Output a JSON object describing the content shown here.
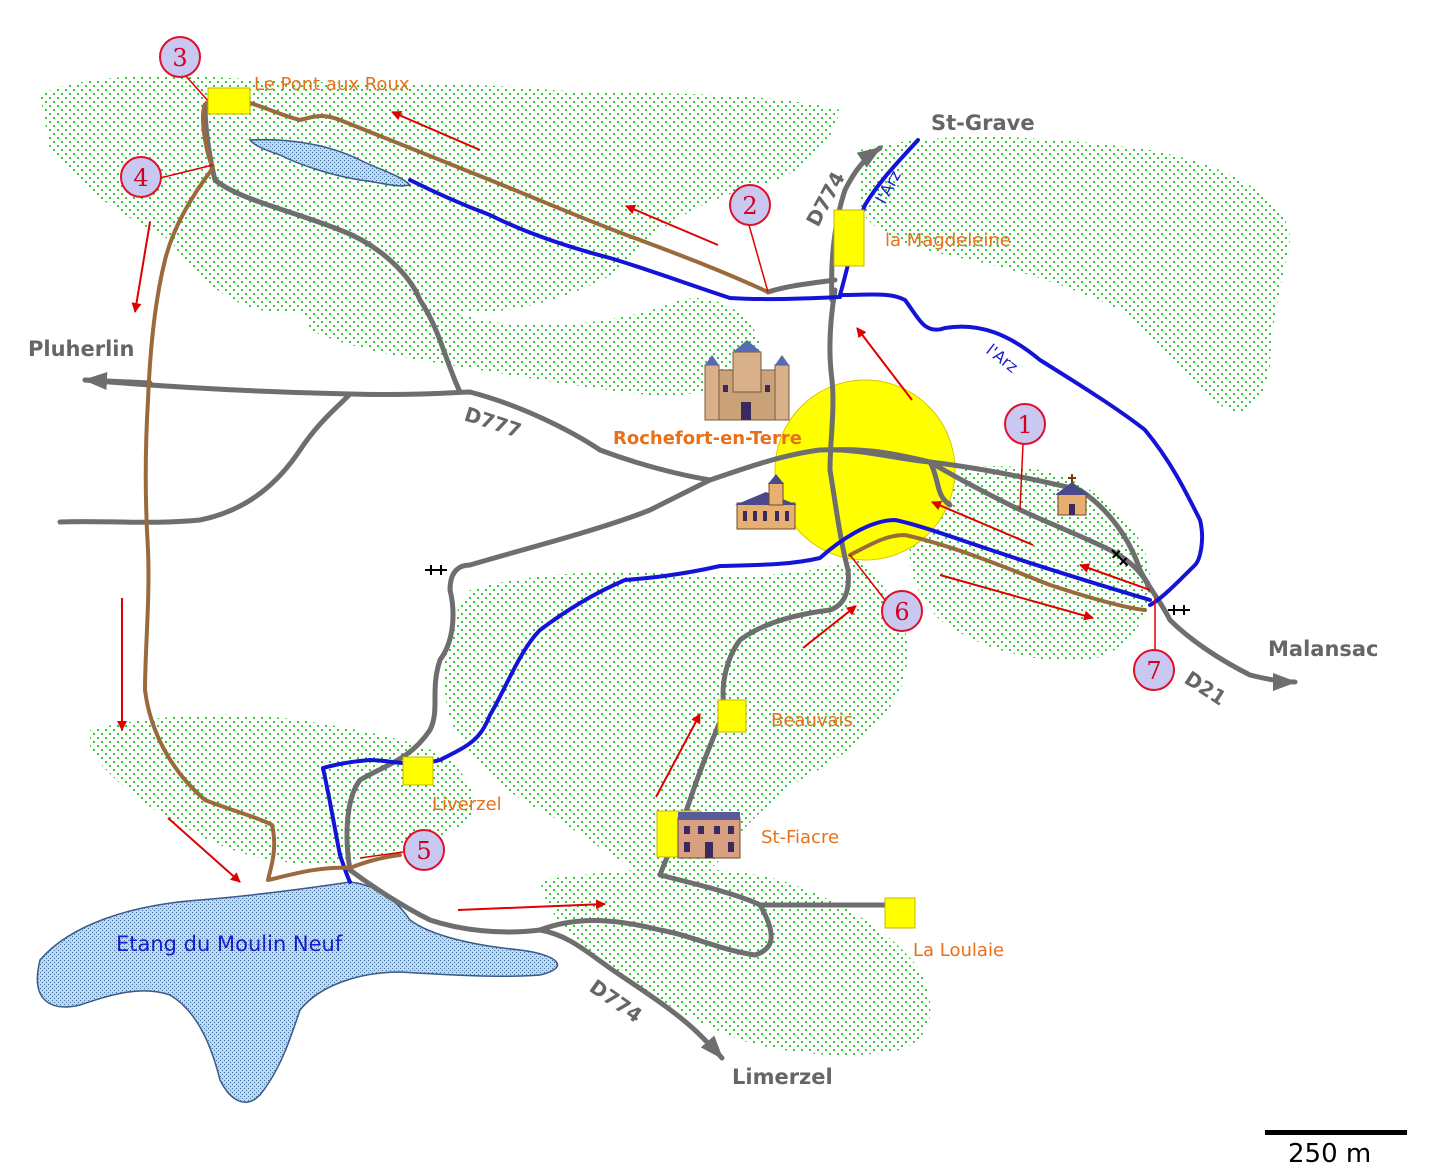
{
  "places": {
    "pont_aux_roux": "Le Pont aux Roux",
    "magdeleine": "la Magdeleine",
    "rochefort": "Rochefort-en-Terre",
    "beauvais": "Beauvais",
    "liverzel": "Liverzel",
    "st_fiacre": "St-Fiacre",
    "la_loulaie": "La Loulaie"
  },
  "destinations": {
    "st_grave": "St-Grave",
    "pluherlin": "Pluherlin",
    "malansac": "Malansac",
    "limerzel": "Limerzel"
  },
  "roads": {
    "d774_north": "D774",
    "d777": "D777",
    "d21": "D21",
    "d774_south": "D774"
  },
  "river": {
    "name": "l'Arz"
  },
  "lake": {
    "name": "Etang du Moulin Neuf"
  },
  "markers": [
    "1",
    "2",
    "3",
    "4",
    "5",
    "6",
    "7"
  ],
  "scale": {
    "label": "250 m"
  },
  "colors": {
    "road": "#6e6e6e",
    "river": "#1414d8",
    "trail": "#9a6a3c",
    "arrow": "#e00000",
    "marker_fill": "#c8c8f0",
    "marker_stroke": "#e0102a",
    "hamlet": "#ffff00",
    "town_area": "#ffff00",
    "forest": "#33cc33",
    "water": "#a8d8f0"
  }
}
